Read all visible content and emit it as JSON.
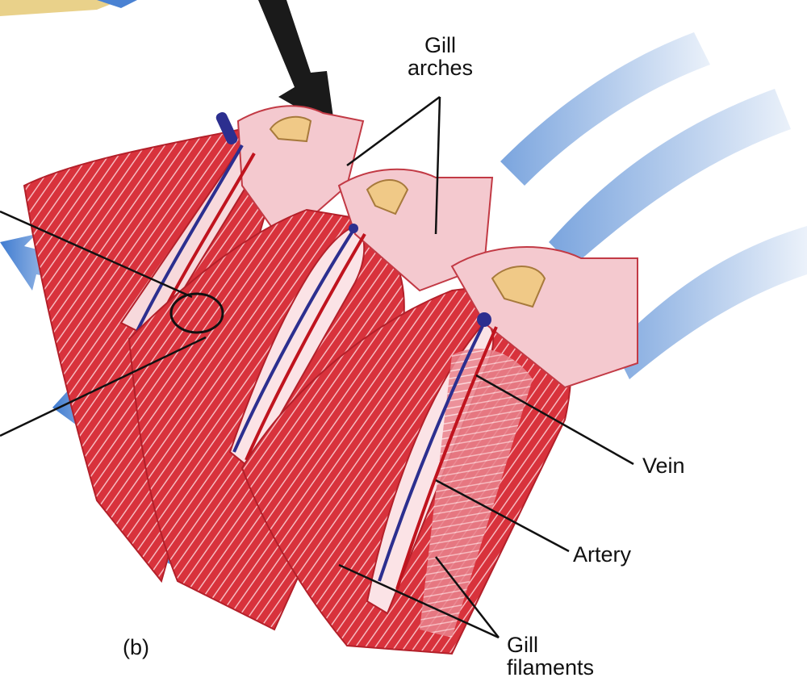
{
  "figure": {
    "panel_label": "(b)",
    "labels": {
      "gill_arches": [
        "Gill",
        "arches"
      ],
      "vein": "Vein",
      "artery": "Artery",
      "gill_filaments": [
        "Gill",
        "filaments"
      ]
    }
  },
  "colors": {
    "filament_red": "#d8323c",
    "filament_pale": "#f2a6ae",
    "arch_pink": "#f4c9cf",
    "cartilage": "#f0c987",
    "vein_blue": "#2c2f8f",
    "artery_red": "#c0141e",
    "water_blue": "#5b8fd6",
    "leader_line": "#111111"
  }
}
